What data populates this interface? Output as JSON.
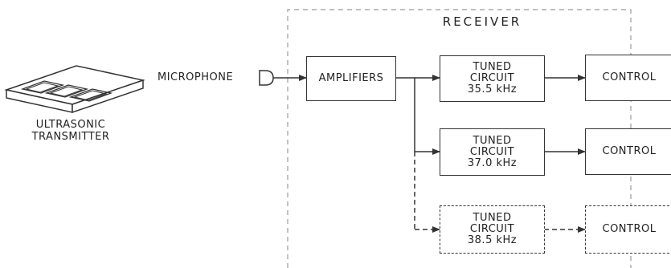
{
  "receiver": {
    "title": "RECEIVER"
  },
  "transmitter": {
    "label_line1": "ULTRASONIC",
    "label_line2": "TRANSMITTER"
  },
  "microphone": {
    "label": "MICROPHONE"
  },
  "amplifiers": {
    "label": "AMPLIFIERS"
  },
  "channels": [
    {
      "tuned_line1": "TUNED",
      "tuned_line2": "CIRCUIT",
      "frequency": "35.5 kHz",
      "control": "CONTROL",
      "dashed": false
    },
    {
      "tuned_line1": "TUNED",
      "tuned_line2": "CIRCUIT",
      "frequency": "37.0 kHz",
      "control": "CONTROL",
      "dashed": false
    },
    {
      "tuned_line1": "TUNED",
      "tuned_line2": "CIRCUIT",
      "frequency": "38.5 kHz",
      "control": "CONTROL",
      "dashed": true
    }
  ]
}
